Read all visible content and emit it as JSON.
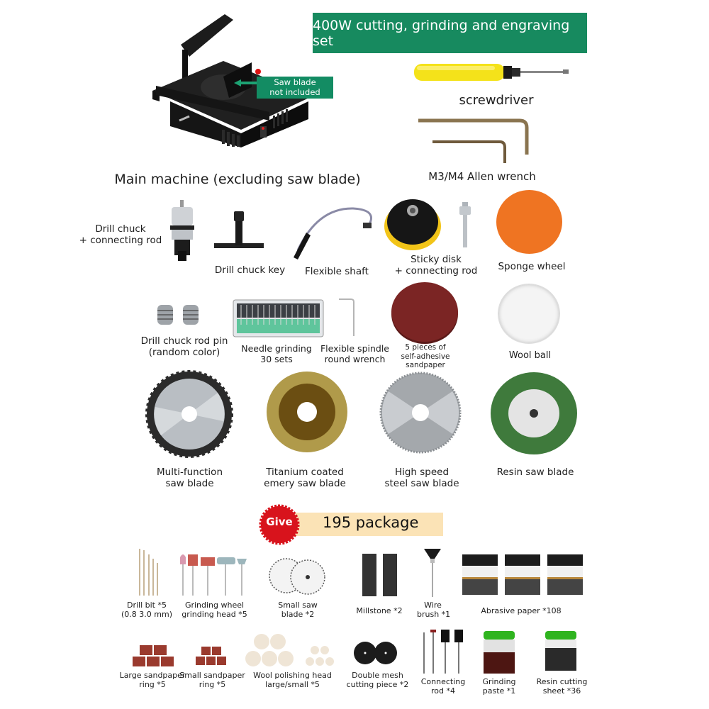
{
  "header": {
    "title": "400W cutting, grinding and engraving set"
  },
  "main_machine": {
    "callout_line1": "Saw blade",
    "callout_line2": "not included",
    "label": "Main machine (excluding saw blade)"
  },
  "tools": {
    "screwdriver": "screwdriver",
    "allen_wrench": "M3/M4 Allen wrench"
  },
  "row1": [
    {
      "line1": "Drill chuck",
      "line2": "+ connecting rod"
    },
    {
      "line1": "Drill chuck key"
    },
    {
      "line1": "Flexible shaft"
    },
    {
      "line1": "Sticky disk",
      "line2": "+ connecting rod"
    },
    {
      "line1": "Sponge wheel"
    }
  ],
  "row2": [
    {
      "line1": "Drill chuck rod pin",
      "line2": "(random color)"
    },
    {
      "line1": "Needle grinding",
      "line2": "30 sets"
    },
    {
      "line1": "Flexible spindle",
      "line2": "round wrench"
    },
    {
      "line1": "5 pieces of",
      "line2": "self-adhesive",
      "line3": "sandpaper"
    },
    {
      "line1": "Wool ball"
    }
  ],
  "blades": [
    {
      "line1": "Multi-function",
      "line2": "saw blade"
    },
    {
      "line1": "Titanium coated",
      "line2": "emery saw blade"
    },
    {
      "line1": "High speed",
      "line2": "steel saw blade"
    },
    {
      "line1": "Resin saw blade"
    }
  ],
  "bonus": {
    "badge": "Give",
    "title": "195 package",
    "badge_color": "#d8131c",
    "strip_color": "#fbe3b6"
  },
  "bonus_row1": [
    {
      "line1": "Drill bit *5",
      "line2": "(0.8 3.0 mm)"
    },
    {
      "line1": "Grinding wheel",
      "line2": "grinding head *5"
    },
    {
      "line1": "Small saw",
      "line2": "blade *2"
    },
    {
      "line1": "Millstone *2"
    },
    {
      "line1": "Wire",
      "line2": "brush *1"
    },
    {
      "line1": "Abrasive paper *108"
    }
  ],
  "bonus_row2": [
    {
      "line1": "Large sandpaper",
      "line2": "ring *5"
    },
    {
      "line1": "Small sandpaper",
      "line2": "ring *5"
    },
    {
      "line1": "Wool polishing head",
      "line2": "large/small *5"
    },
    {
      "line1": "Double mesh",
      "line2": "cutting piece *2"
    },
    {
      "line1": "Connecting",
      "line2": "rod *4"
    },
    {
      "line1": "Grinding",
      "line2": "paste *1"
    },
    {
      "line1": "Resin cutting",
      "line2": "sheet *36"
    }
  ],
  "colors": {
    "brand_green": "#178a5f",
    "callout_green": "#138c63"
  }
}
